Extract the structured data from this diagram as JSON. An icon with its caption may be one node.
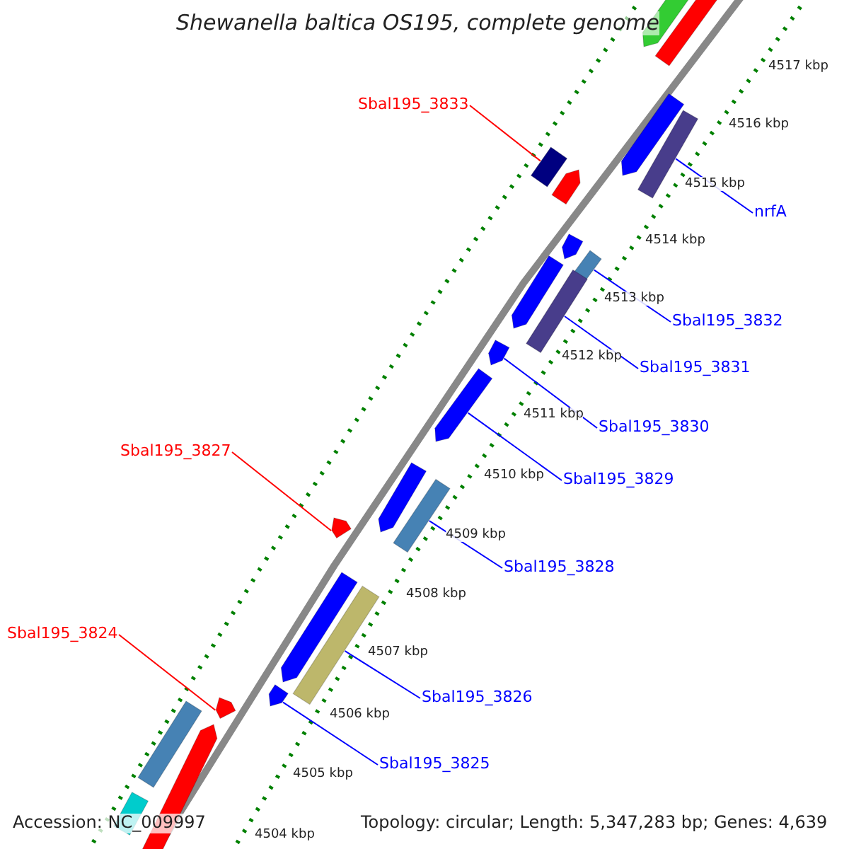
{
  "diagram": {
    "title": "Shewanella baltica OS195, complete genome",
    "nodes": [
      {
        "text": [
          "Sbal195_3833"
        ]
      },
      {
        "text": [],
        "shape": "bar"
      },
      {
        "text": [
          "nrfA"
        ]
      },
      {
        "text": [],
        "shape": "bar"
      },
      {
        "text": [
          "Sbal195_3832"
        ]
      },
      {
        "text": [],
        "shape": "bar"
      },
      {
        "text": [
          "Sbal195_3831"
        ]
      },
      {
        "text": [],
        "shape": "bar"
      },
      {
        "text": [
          "Sbal195_3830"
        ]
      },
      {
        "text": [],
        "shape": "arrow"
      },
      {
        "text": [
          "Sbal195_3829"
        ]
      },
      {
        "text": [],
        "shape": "arrow"
      },
      {
        "text": [
          "Sbal195_3828"
        ]
      },
      {
        "text": [],
        "shape": "bar"
      },
      {
        "text": [
          "Sbal195_3827"
        ]
      },
      {
        "text": [],
        "shape": "arrow"
      },
      {
        "text": [
          "Sbal195_3826"
        ]
      },
      {
        "text": [],
        "shape": "bar"
      },
      {
        "text": [
          "Sbal195_3825"
        ]
      },
      {
        "text": [],
        "shape": "arrow"
      },
      {
        "text": [
          "Sbal195_3824"
        ]
      },
      {
        "text": [],
        "shape": "arrow"
      },
      {
        "text": [],
        "shape": "arrow"
      },
      {
        "text": [],
        "shape": "bar"
      },
      {
        "text": [],
        "shape": "arrow"
      },
      {
        "text": [],
        "shape": "arrow"
      },
      {
        "text": [],
        "shape": "arrow"
      },
      {
        "text": [],
        "shape": "arrow"
      },
      {
        "text": [],
        "shape": "arrow"
      },
      {
        "text": [],
        "shape": "arrow"
      },
      {
        "text": [],
        "shape": "bar"
      },
      {
        "text": [],
        "shape": "arrow"
      },
      {
        "text": [],
        "shape": "bar"
      }
    ],
    "edges": [
      {
        "from": 0,
        "to": 1,
        "arrow": "none",
        "color": "#ff0000"
      },
      {
        "from": 2,
        "to": 3,
        "arrow": "none"
      },
      {
        "from": 4,
        "to": 5,
        "arrow": "none"
      },
      {
        "from": 6,
        "to": 7,
        "arrow": "none"
      },
      {
        "from": 8,
        "to": 9,
        "arrow": "none"
      },
      {
        "from": 10,
        "to": 11,
        "arrow": "none"
      },
      {
        "from": 12,
        "to": 13,
        "arrow": "none"
      },
      {
        "from": 14,
        "to": 15,
        "arrow": "none",
        "color": "#ff0000"
      },
      {
        "from": 16,
        "to": 17,
        "arrow": "none"
      },
      {
        "from": 18,
        "to": 19,
        "arrow": "none"
      },
      {
        "from": 20,
        "to": 21,
        "arrow": "none",
        "color": "#ff0000"
      }
    ],
    "labels": [
      "4517 kbp",
      "4516 kbp",
      "4515 kbp",
      "4514 kbp",
      "4513 kbp",
      "4512 kbp",
      "4511 kbp",
      "4510 kbp",
      "4509 kbp",
      "4508 kbp",
      "4507 kbp",
      "4506 kbp",
      "4505 kbp",
      "4504 kbp",
      "Accession: NC_009997",
      "Topology: circular; Length: 5,347,283 bp; Genes: 4,639"
    ]
  }
}
